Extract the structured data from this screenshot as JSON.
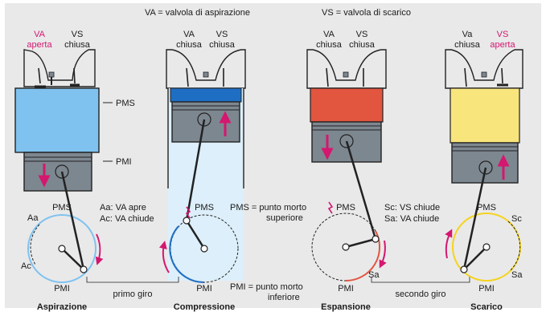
{
  "legend": {
    "va": "VA = valvola di aspirazione",
    "vs": "VS = valvola di scarico"
  },
  "strokes": [
    {
      "name": "Aspirazione",
      "valve1": "VA",
      "valve1_state": "aperta",
      "valve2": "VS",
      "valve2_state": "chiusa",
      "gas_color": "#7fc2ef",
      "note1": "Aa: VA apre",
      "note2": "Ac: VA chiude",
      "tdc": "PMS",
      "bdc": "PMI",
      "mark1": "Aa",
      "mark2": "Ac"
    },
    {
      "name": "Compressione",
      "valve1": "VA",
      "valve1_state": "chiusa",
      "valve2": "VS",
      "valve2_state": "chiusa",
      "gas_color": "#1e6fc4",
      "tdc": "PMS",
      "bdc": "PMI"
    },
    {
      "name": "Espansione",
      "valve1": "VA",
      "valve1_state": "chiusa",
      "valve2": "VS",
      "valve2_state": "chiusa",
      "gas_color": "#e2553f",
      "note1": "Sc: VS chiude",
      "note2": "Sa: VA chiude",
      "tdc": "PMS",
      "bdc": "PMI",
      "mark1": "Sa"
    },
    {
      "name": "Scarico",
      "valve1": "Va",
      "valve1_state": "chiusa",
      "valve2": "VS",
      "valve2_state": "aperta",
      "gas_color": "#f8e57c",
      "tdc": "PMS",
      "bdc": "PMI",
      "mark1": "Sc",
      "mark2": "Sa"
    }
  ],
  "labels": {
    "pms": "PMS",
    "pmi": "PMI",
    "pms_def1": "PMS = punto morto",
    "pms_def2": "superiore",
    "pmi_def1": "PMI = punto morto",
    "pmi_def2": "inferiore",
    "primo_giro": "primo giro",
    "secondo_giro": "secondo giro"
  },
  "colors": {
    "open_valve": "#d4176f",
    "arrow": "#d4176f",
    "metal": "#7d8790",
    "cylinder_bg": "#d9ecf8",
    "sky": "#dceffa"
  }
}
